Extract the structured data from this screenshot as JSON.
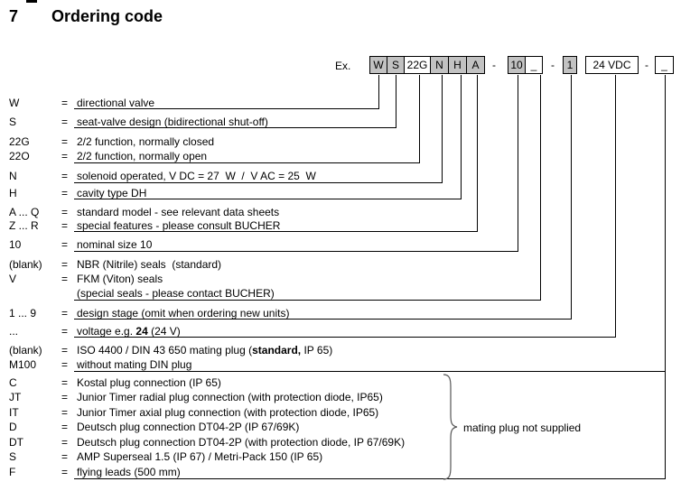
{
  "title": {
    "number": "7",
    "text": "Ordering code"
  },
  "example": {
    "label": "Ex.",
    "separator": "-",
    "boxes": [
      {
        "label": "W",
        "filled": true
      },
      {
        "label": "S",
        "filled": true
      },
      {
        "label": "22G",
        "filled": false
      },
      {
        "label": "N",
        "filled": true
      },
      {
        "label": "H",
        "filled": true
      },
      {
        "label": "A",
        "filled": true
      },
      {
        "label": "10",
        "filled": true
      },
      {
        "label": "_",
        "filled": false
      },
      {
        "label": "1",
        "filled": true
      },
      {
        "label": "24 VDC",
        "filled": false
      },
      {
        "label": "_",
        "filled": false
      }
    ]
  },
  "colors": {
    "box_fill": "#c2c2c2",
    "line": "#000000",
    "brace": "#555555"
  },
  "rows": [
    {
      "code": "W",
      "eq": "=",
      "desc": "directional valve"
    },
    {
      "code": "S",
      "eq": "=",
      "desc": "seat-valve design (bidirectional shut-off)"
    },
    {
      "code": "22G",
      "eq": "=",
      "desc": "2/2 function, normally closed"
    },
    {
      "code": "22O",
      "eq": "=",
      "desc": "2/2 function, normally open"
    },
    {
      "code": "N",
      "eq": "=",
      "desc": "solenoid operated, V DC = 27  W  /  V AC = 25  W"
    },
    {
      "code": "H",
      "eq": "=",
      "desc": "cavity type DH"
    },
    {
      "code": "A ... Q",
      "eq": "=",
      "desc": "standard model - see relevant data sheets"
    },
    {
      "code": "Z ... R",
      "eq": "=",
      "desc": "special features - please consult BUCHER"
    },
    {
      "code": "10",
      "eq": "=",
      "desc": "nominal size 10"
    },
    {
      "code": "(blank)",
      "eq": "=",
      "desc": "NBR (Nitrile) seals  (standard)"
    },
    {
      "code": "V",
      "eq": "=",
      "desc": "FKM (Viton) seals"
    },
    {
      "code": "",
      "eq": "",
      "desc": "(special seals - please contact BUCHER)"
    },
    {
      "code": "1 ... 9",
      "eq": "=",
      "desc": "design stage (omit when ordering new units)"
    },
    {
      "code": "...",
      "eq": "=",
      "desc_pre": "voltage e.g. ",
      "desc_bold": "24",
      "desc_post": " (24 V)"
    },
    {
      "code": "(blank)",
      "eq": "=",
      "desc_pre": "ISO 4400 / DIN 43 650 mating plug (",
      "desc_bold": "standard,",
      "desc_post": " IP 65)"
    },
    {
      "code": "M100",
      "eq": "=",
      "desc": "without mating DIN plug"
    },
    {
      "code": "C",
      "eq": "=",
      "desc": "Kostal plug connection (IP 65)"
    },
    {
      "code": "JT",
      "eq": "=",
      "desc": "Junior Timer radial plug connection (with protection diode, IP65)"
    },
    {
      "code": "IT",
      "eq": "=",
      "desc": "Junior Timer axial plug connection (with protection diode, IP65)"
    },
    {
      "code": "D",
      "eq": "=",
      "desc": "Deutsch plug connection DT04-2P (IP 67/69K)"
    },
    {
      "code": "DT",
      "eq": "=",
      "desc": "Deutsch plug connection DT04-2P (with protection diode, IP 67/69K)"
    },
    {
      "code": "S",
      "eq": "=",
      "desc": "AMP Superseal 1.5 (IP 67) / Metri-Pack 150 (IP 65)"
    },
    {
      "code": "F",
      "eq": "=",
      "desc": "flying leads (500 mm)"
    }
  ],
  "note": {
    "text": "mating plug not supplied"
  }
}
